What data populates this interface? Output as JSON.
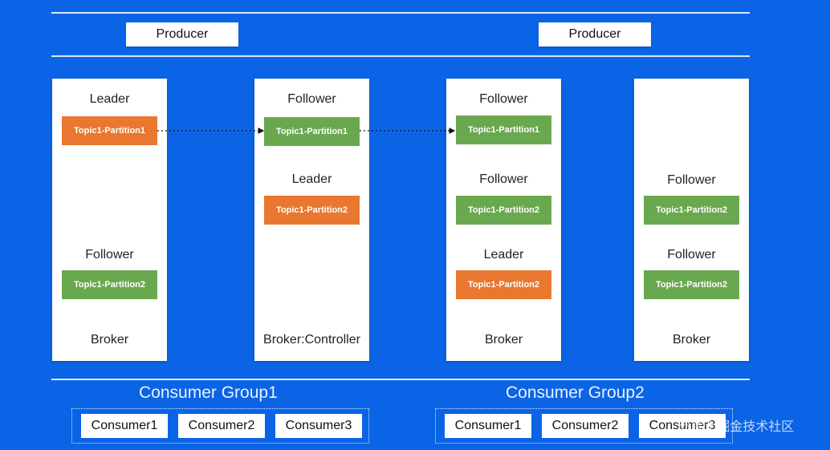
{
  "producers": [
    "Producer",
    "Producer"
  ],
  "brokers": [
    {
      "label": "Broker",
      "items": [
        {
          "type": "role",
          "text": "Leader"
        },
        {
          "type": "leader",
          "text": "Topic1-Partition1"
        },
        {
          "type": "role",
          "text": "Follower"
        },
        {
          "type": "follower",
          "text": "Topic1-Partition2"
        }
      ]
    },
    {
      "label": "Broker:Controller",
      "items": [
        {
          "type": "role",
          "text": "Follower"
        },
        {
          "type": "follower",
          "text": "Topic1-Partition1"
        },
        {
          "type": "role",
          "text": "Leader"
        },
        {
          "type": "leader",
          "text": "Topic1-Partition2"
        }
      ]
    },
    {
      "label": "Broker",
      "items": [
        {
          "type": "role",
          "text": "Follower"
        },
        {
          "type": "follower",
          "text": "Topic1-Partition1"
        },
        {
          "type": "role",
          "text": "Follower"
        },
        {
          "type": "follower",
          "text": "Topic1-Partition2"
        },
        {
          "type": "role",
          "text": "Leader"
        },
        {
          "type": "leader",
          "text": "Topic1-Partition2"
        }
      ]
    },
    {
      "label": "Broker",
      "items": [
        {
          "type": "role",
          "text": "Follower"
        },
        {
          "type": "follower",
          "text": "Topic1-Partition2"
        },
        {
          "type": "role",
          "text": "Follower"
        },
        {
          "type": "follower",
          "text": "Topic1-Partition2"
        }
      ]
    }
  ],
  "consumer_groups": [
    {
      "title": "Consumer Group1",
      "consumers": [
        "Consumer1",
        "Consumer2",
        "Consumer3"
      ]
    },
    {
      "title": "Consumer Group2",
      "consumers": [
        "Consumer1",
        "Consumer2",
        "Consumer3"
      ]
    }
  ],
  "watermark": "@稀土掘金技术社区",
  "colors": {
    "background": "#0b64e6",
    "leader": "#e9772f",
    "follower": "#6aa84f"
  }
}
